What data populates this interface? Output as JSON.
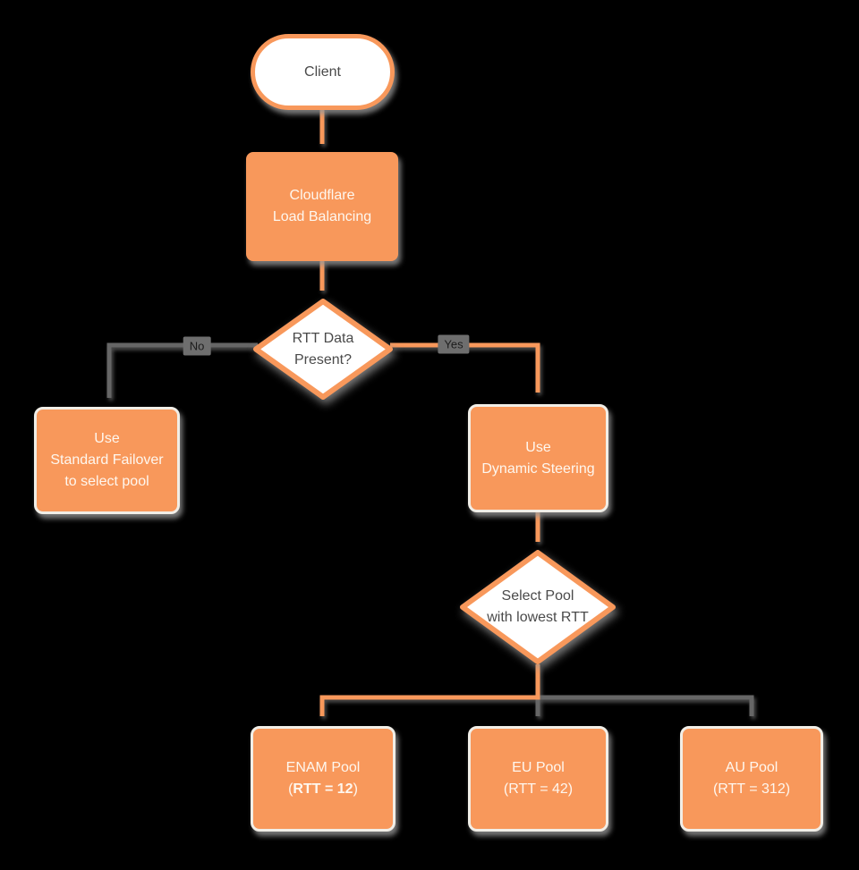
{
  "colors": {
    "background": "#000000",
    "shape_orange": "#F8985B",
    "line_orange": "#F8985B",
    "line_gray": "#666666",
    "edge_label_bg": "#6E6E6E",
    "dark_text": "#4A4A4A",
    "light_text": "#FEF7EF",
    "shape_white": "#FFFFFF"
  },
  "nodes": {
    "client": {
      "label": "Client"
    },
    "cloudflare": {
      "line1": "Cloudflare",
      "line2": "Load Balancing"
    },
    "rtt_decision": {
      "line1": "RTT Data",
      "line2": "Present?"
    },
    "standard_failover": {
      "line1": "Use",
      "line2": "Standard Failover",
      "line3": "to select pool"
    },
    "dynamic_steering": {
      "line1": "Use",
      "line2": "Dynamic Steering"
    },
    "select_pool": {
      "line1": "Select Pool",
      "line2": "with lowest RTT"
    },
    "enam_pool": {
      "line1": "ENAM Pool",
      "line2_pre": "(",
      "line2_bold": "RTT = 12",
      "line2_post": ")"
    },
    "eu_pool": {
      "line1": "EU Pool",
      "line2": "(RTT = 42)"
    },
    "au_pool": {
      "line1": "AU Pool",
      "line2": "(RTT = 312)"
    }
  },
  "edge_labels": {
    "no": "No",
    "yes": "Yes"
  },
  "edges": [
    {
      "from": "client",
      "to": "cloudflare",
      "color": "orange"
    },
    {
      "from": "cloudflare",
      "to": "rtt_decision",
      "color": "orange"
    },
    {
      "from": "rtt_decision",
      "to": "standard_failover",
      "color": "gray",
      "label": "No"
    },
    {
      "from": "rtt_decision",
      "to": "dynamic_steering",
      "color": "orange",
      "label": "Yes"
    },
    {
      "from": "dynamic_steering",
      "to": "select_pool",
      "color": "orange"
    },
    {
      "from": "select_pool",
      "to": "enam_pool",
      "color": "orange"
    },
    {
      "from": "select_pool",
      "to": "eu_pool",
      "color": "gray"
    },
    {
      "from": "select_pool",
      "to": "au_pool",
      "color": "gray"
    }
  ]
}
